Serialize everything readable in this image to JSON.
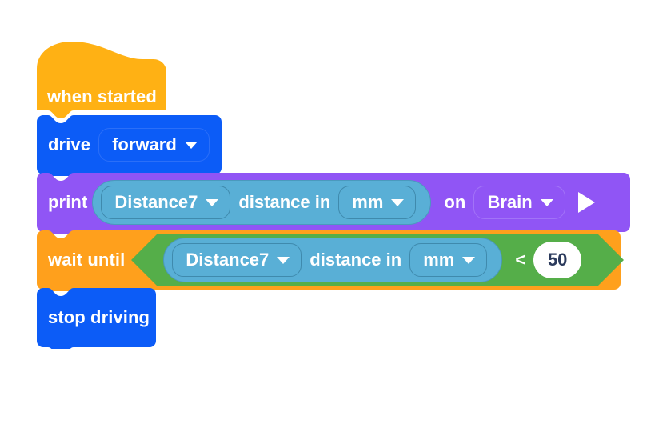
{
  "app": {
    "canvas_background": "#ffffff"
  },
  "palette": {
    "event_orange": "#FFB114",
    "drivetrain_blue": "#0C5CF7",
    "looks_purple": "#9055F5",
    "control_orange": "#FFA01C",
    "operator_green": "#55AE49",
    "sensing_blue": "#59AFD6",
    "text_white": "#ffffff",
    "number_text": "#2b3a5c"
  },
  "program": {
    "blocks": [
      {
        "id": "when-started",
        "type": "hat",
        "label": "when started",
        "color": "#FFB114"
      },
      {
        "id": "drive",
        "type": "stack",
        "label": "drive",
        "color": "#0C5CF7",
        "dropdown": {
          "name": "direction",
          "value": "forward",
          "icon": "chevron-down-icon"
        }
      },
      {
        "id": "print",
        "type": "stack",
        "label": "print",
        "color": "#9055F5",
        "reporter": {
          "device": "Distance7",
          "middle_label": "distance in",
          "unit": "mm",
          "device_icon": "chevron-down-icon",
          "unit_icon": "chevron-down-icon"
        },
        "on_label": "on",
        "target_dropdown": {
          "name": "target",
          "value": "Brain",
          "icon": "chevron-down-icon"
        },
        "run_icon": "play-arrow-icon"
      },
      {
        "id": "wait-until",
        "type": "stack",
        "label": "wait until",
        "color": "#FFA01C",
        "condition": {
          "shape": "boolean-hexagon",
          "color": "#55AE49",
          "reporter": {
            "device": "Distance7",
            "middle_label": "distance in",
            "unit": "mm",
            "device_icon": "chevron-down-icon",
            "unit_icon": "chevron-down-icon"
          },
          "operator": "<",
          "value": "50"
        }
      },
      {
        "id": "stop-driving",
        "type": "stack",
        "label": "stop driving",
        "color": "#0C5CF7"
      }
    ]
  }
}
